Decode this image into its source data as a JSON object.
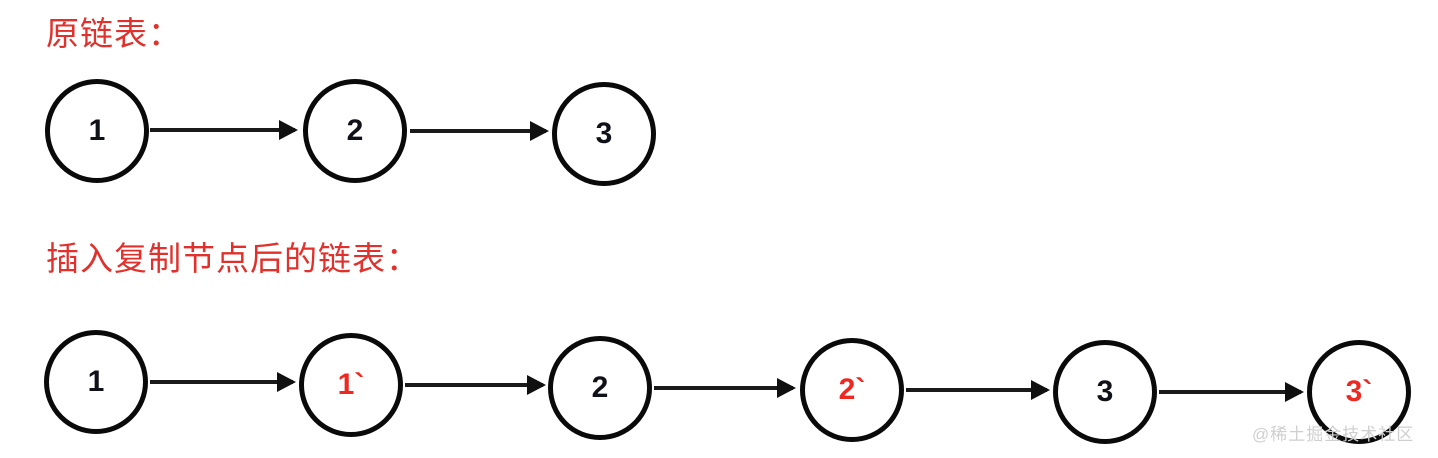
{
  "diagram": {
    "title_original": "原链表：",
    "title_inserted": "插入复制节点后的链表：",
    "watermark": "@稀土掘金技术社区",
    "colors": {
      "red": "#e0312c",
      "node_red": "#ee2922",
      "node_stroke": "#0a0a0a",
      "node_text": "#101018",
      "edge": "#1a1a1a",
      "background": "#ffffff",
      "watermark": "#cfcfcf"
    },
    "rows": [
      {
        "name": "original-linked-list",
        "label": "原链表：",
        "nodes": [
          {
            "label": "1",
            "kind": "original"
          },
          {
            "label": "2",
            "kind": "original"
          },
          {
            "label": "3",
            "kind": "original"
          }
        ],
        "edges": [
          "1→2",
          "2→3"
        ]
      },
      {
        "name": "inserted-linked-list",
        "label": "插入复制节点后的链表：",
        "nodes": [
          {
            "label": "1",
            "kind": "original"
          },
          {
            "label": "1`",
            "kind": "copy"
          },
          {
            "label": "2",
            "kind": "original"
          },
          {
            "label": "2`",
            "kind": "copy"
          },
          {
            "label": "3",
            "kind": "original"
          },
          {
            "label": "3`",
            "kind": "copy"
          }
        ],
        "edges": [
          "1→1`",
          "1`→2",
          "2→2`",
          "2`→3",
          "3→3`"
        ]
      }
    ]
  }
}
